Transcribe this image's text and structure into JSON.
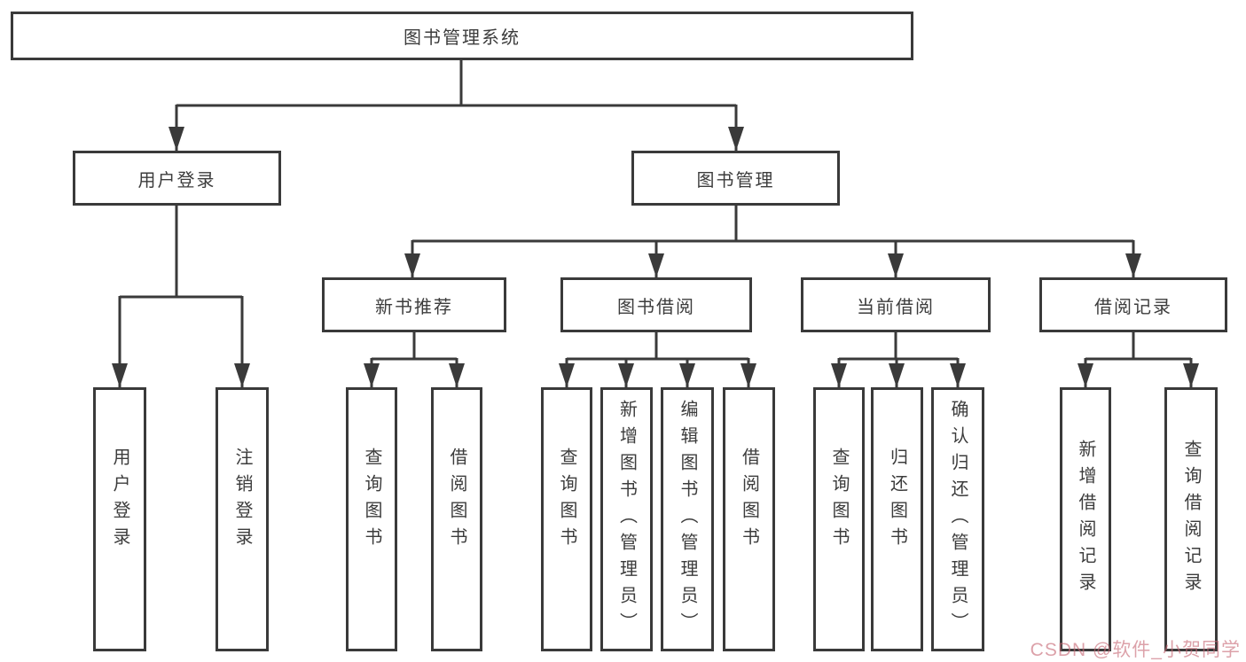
{
  "nodes": {
    "root": "图书管理系统",
    "user_login": "用户登录",
    "book_mgmt": "图书管理",
    "new_book_rec": "新书推荐",
    "book_borrow": "图书借阅",
    "current_borrow": "当前借阅",
    "borrow_records": "借阅记录",
    "leaf_user_login": "用户登录",
    "leaf_logout": "注销登录",
    "leaf_nbr_query": "查询图书",
    "leaf_nbr_borrow": "借阅图书",
    "leaf_bb_query": "查询图书",
    "leaf_bb_add": "新增图书（管理员）",
    "leaf_bb_edit": "编辑图书（管理员）",
    "leaf_bb_borrow": "借阅图书",
    "leaf_cb_query": "查询图书",
    "leaf_cb_return": "归还图书",
    "leaf_cb_confirm": "确认归还（管理员）",
    "leaf_br_add": "新增借阅记录",
    "leaf_br_query": "查询借阅记录"
  },
  "watermark": "CSDN @软件_小贺同学",
  "colors": {
    "line": "#3a3a3a",
    "text": "#3c3c3c",
    "watermark": "#c76774"
  }
}
